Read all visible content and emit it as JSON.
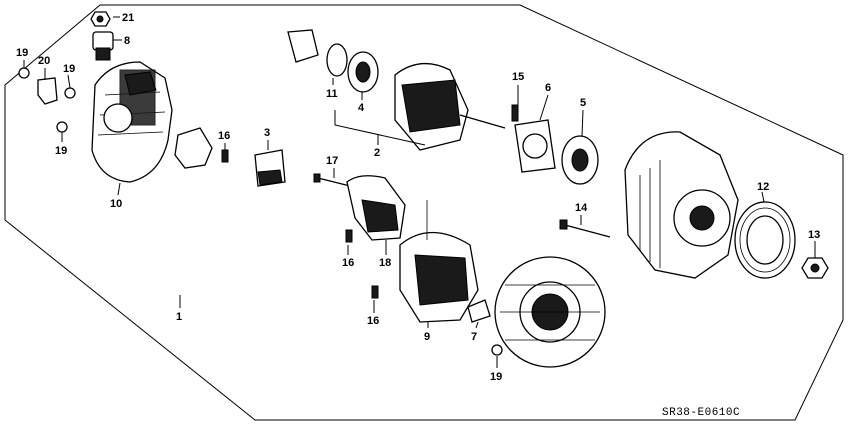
{
  "diagram": {
    "code": "SR38-E0610C",
    "callouts": {
      "c1": "1",
      "c2": "2",
      "c3": "3",
      "c4": "4",
      "c5": "5",
      "c6": "6",
      "c7": "7",
      "c8": "8",
      "c9": "9",
      "c10": "10",
      "c11": "11",
      "c12": "12",
      "c13": "13",
      "c14": "14",
      "c15": "15",
      "c16a": "16",
      "c16b": "16",
      "c16c": "16",
      "c17": "17",
      "c18": "18",
      "c19a": "19",
      "c19b": "19",
      "c19c": "19",
      "c19d": "19",
      "c20": "20",
      "c21": "21"
    }
  }
}
